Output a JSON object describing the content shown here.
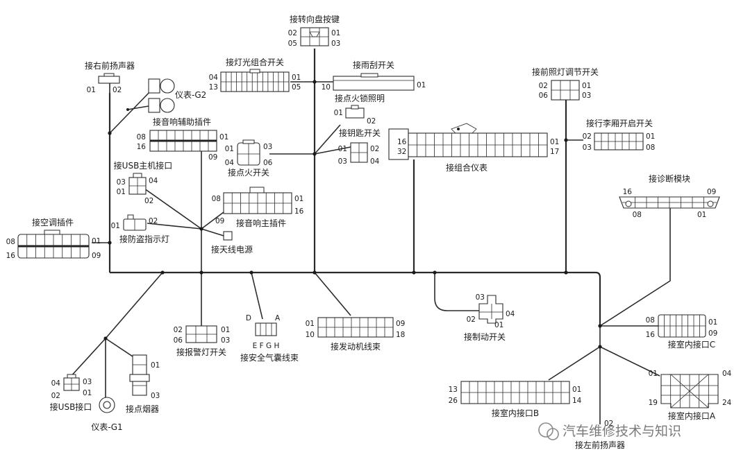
{
  "connectors": [
    {
      "id": "turn_btn",
      "label": "接转向盘按键",
      "pins": [
        "02",
        "01",
        "05",
        "03"
      ]
    },
    {
      "id": "light_sw",
      "label": "接灯光组合开关",
      "pins": [
        "04",
        "01",
        "13",
        "05"
      ]
    },
    {
      "id": "wiper_sw",
      "label": "接雨刮开关",
      "pins": [
        "10",
        "01"
      ]
    },
    {
      "id": "rf_spk",
      "label": "接右前扬声器",
      "pins": [
        "01",
        "02"
      ]
    },
    {
      "id": "g2",
      "label": "仪表-G2",
      "pins": []
    },
    {
      "id": "aux",
      "label": "接音响辅助插件",
      "pins": [
        "08",
        "01",
        "16",
        "09"
      ]
    },
    {
      "id": "ign_light",
      "label": "接点火锁照明",
      "pins": [
        "01",
        "02"
      ]
    },
    {
      "id": "key_sw",
      "label": "接钥匙开关",
      "pins": [
        "01",
        "02",
        "03",
        "04"
      ]
    },
    {
      "id": "ign_sw",
      "label": "接点火开关",
      "pins": [
        "01",
        "03",
        "04",
        "06"
      ]
    },
    {
      "id": "usb_host",
      "label": "接USB主机接口",
      "pins": [
        "03",
        "04",
        "01",
        "02"
      ]
    },
    {
      "id": "audio_main",
      "label": "接音响主插件",
      "pins": [
        "08",
        "01",
        "09",
        "16"
      ]
    },
    {
      "id": "ac",
      "label": "接空调插件",
      "pins": [
        "08",
        "01",
        "16",
        "09"
      ]
    },
    {
      "id": "antitheft",
      "label": "接防盗指示灯",
      "pins": [
        "01",
        "02"
      ]
    },
    {
      "id": "antenna",
      "label": "接天线电源",
      "pins": []
    },
    {
      "id": "cluster",
      "label": "接组合仪表",
      "pins": [
        "16",
        "32",
        "01",
        "17"
      ]
    },
    {
      "id": "headlamp_adj",
      "label": "接前照灯调节开关",
      "pins": [
        "02",
        "01",
        "06",
        "03"
      ]
    },
    {
      "id": "trunk_sw",
      "label": "接行李厢开启开关",
      "pins": [
        "02",
        "01",
        "03",
        "08"
      ]
    },
    {
      "id": "diag",
      "label": "接诊断模块",
      "pins": [
        "16",
        "09",
        "08",
        "01"
      ]
    },
    {
      "id": "hazard",
      "label": "接报警灯开关",
      "pins": [
        "02",
        "01",
        "06",
        "03"
      ]
    },
    {
      "id": "airbag",
      "label": "接安全气囊线束",
      "pins": [
        "D",
        "A",
        "E F G H"
      ]
    },
    {
      "id": "engine",
      "label": "接发动机线束",
      "pins": [
        "01",
        "09",
        "10",
        "18"
      ]
    },
    {
      "id": "brake",
      "label": "接制动开关",
      "pins": [
        "03",
        "02",
        "04",
        "01"
      ]
    },
    {
      "id": "room_c",
      "label": "接室内接口C",
      "pins": [
        "08",
        "01",
        "16",
        "09"
      ]
    },
    {
      "id": "room_b",
      "label": "接室内接口B",
      "pins": [
        "13",
        "01",
        "26",
        "14"
      ]
    },
    {
      "id": "room_a",
      "label": "接室内接口A",
      "pins": [
        "01",
        "04",
        "19",
        "24"
      ]
    },
    {
      "id": "lf_spk",
      "label": "接左前扬声器",
      "pins": [
        "02"
      ]
    },
    {
      "id": "usb_port",
      "label": "接USB接口",
      "pins": [
        "04",
        "03",
        "02",
        "01"
      ]
    },
    {
      "id": "g1",
      "label": "仪表-G1",
      "pins": []
    },
    {
      "id": "lighter",
      "label": "接点烟器",
      "pins": [
        "01",
        "03"
      ]
    }
  ],
  "watermark": "汽车维修技术与知识"
}
